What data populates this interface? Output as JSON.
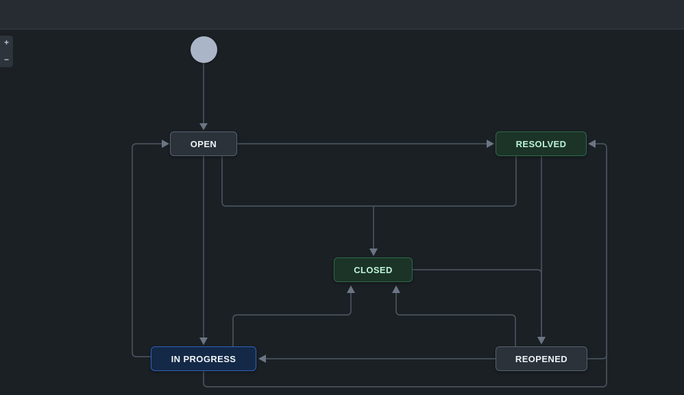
{
  "topbar": {
    "title": ""
  },
  "zoom_controls": {
    "zoom_in_label": "+",
    "zoom_out_label": "−"
  },
  "workflow": {
    "statuses": [
      {
        "id": "open",
        "label": "OPEN",
        "category": "todo"
      },
      {
        "id": "resolved",
        "label": "RESOLVED",
        "category": "done"
      },
      {
        "id": "closed",
        "label": "CLOSED",
        "category": "done"
      },
      {
        "id": "in-progress",
        "label": "IN PROGRESS",
        "category": "in-progress"
      },
      {
        "id": "reopened",
        "label": "REOPENED",
        "category": "todo"
      }
    ],
    "start_node": {
      "id": "start",
      "label": "",
      "shape": "circle"
    },
    "transitions": [
      {
        "from": "start",
        "to": "OPEN"
      },
      {
        "from": "OPEN",
        "to": "RESOLVED"
      },
      {
        "from": "OPEN",
        "to": "IN PROGRESS"
      },
      {
        "from": "OPEN",
        "to": "CLOSED"
      },
      {
        "from": "RESOLVED",
        "to": "CLOSED"
      },
      {
        "from": "RESOLVED",
        "to": "REOPENED"
      },
      {
        "from": "CLOSED",
        "to": "REOPENED"
      },
      {
        "from": "REOPENED",
        "to": "CLOSED"
      },
      {
        "from": "REOPENED",
        "to": "IN PROGRESS"
      },
      {
        "from": "REOPENED",
        "to": "RESOLVED"
      },
      {
        "from": "IN PROGRESS",
        "to": "OPEN"
      },
      {
        "from": "IN PROGRESS",
        "to": "CLOSED"
      },
      {
        "from": "IN PROGRESS",
        "to": "RESOLVED"
      }
    ]
  },
  "colors": {
    "canvas_bg": "#1b2025",
    "topbar_bg": "#272c33",
    "edge": "#49525c",
    "arrowhead": "#6b7583",
    "status_todo_bg": "#2b323a",
    "status_todo_border": "#57636f",
    "status_done_bg": "#1c3428",
    "status_done_border": "#2e6a4a",
    "status_inprogress_bg": "#142947",
    "status_inprogress_border": "#2e64c0",
    "start_node_fill": "#aab5c8"
  }
}
